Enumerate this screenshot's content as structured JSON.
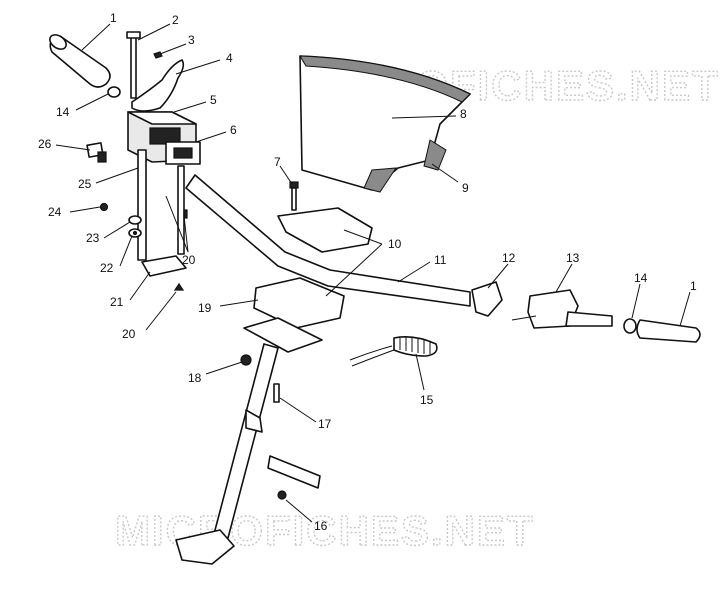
{
  "watermark": "MICROFICHES.NET",
  "callouts": [
    {
      "id": "c1a",
      "label": "1"
    },
    {
      "id": "c2",
      "label": "2"
    },
    {
      "id": "c3",
      "label": "3"
    },
    {
      "id": "c4",
      "label": "4"
    },
    {
      "id": "c5",
      "label": "5"
    },
    {
      "id": "c6",
      "label": "6"
    },
    {
      "id": "c7",
      "label": "7"
    },
    {
      "id": "c8",
      "label": "8"
    },
    {
      "id": "c9",
      "label": "9"
    },
    {
      "id": "c10",
      "label": "10"
    },
    {
      "id": "c11",
      "label": "11"
    },
    {
      "id": "c12",
      "label": "12"
    },
    {
      "id": "c13",
      "label": "13"
    },
    {
      "id": "c14b",
      "label": "14"
    },
    {
      "id": "c1b",
      "label": "1"
    },
    {
      "id": "c14a",
      "label": "14"
    },
    {
      "id": "c26",
      "label": "26"
    },
    {
      "id": "c25",
      "label": "25"
    },
    {
      "id": "c24",
      "label": "24"
    },
    {
      "id": "c23",
      "label": "23"
    },
    {
      "id": "c22",
      "label": "22"
    },
    {
      "id": "c20a",
      "label": "20"
    },
    {
      "id": "c21",
      "label": "21"
    },
    {
      "id": "c20b",
      "label": "20"
    },
    {
      "id": "c19",
      "label": "19"
    },
    {
      "id": "c18",
      "label": "18"
    },
    {
      "id": "c17",
      "label": "17"
    },
    {
      "id": "c15",
      "label": "15"
    },
    {
      "id": "c16",
      "label": "16"
    }
  ]
}
